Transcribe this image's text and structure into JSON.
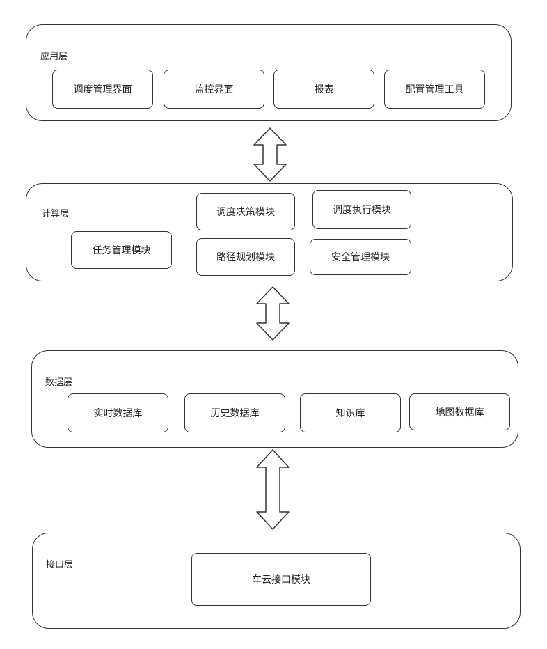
{
  "layers": {
    "application": {
      "label": "应用层",
      "modules": [
        "调度管理界面",
        "监控界面",
        "报表",
        "配置管理工具"
      ]
    },
    "compute": {
      "label": "计算层",
      "modules": [
        "任务管理模块",
        "调度决策模块",
        "调度执行模块",
        "路径规划模块",
        "安全管理模块"
      ]
    },
    "data": {
      "label": "数据层",
      "modules": [
        "实时数据库",
        "历史数据库",
        "知识库",
        "地图数据库"
      ]
    },
    "interface": {
      "label": "接口层",
      "modules": [
        "车云接口模块"
      ]
    }
  }
}
